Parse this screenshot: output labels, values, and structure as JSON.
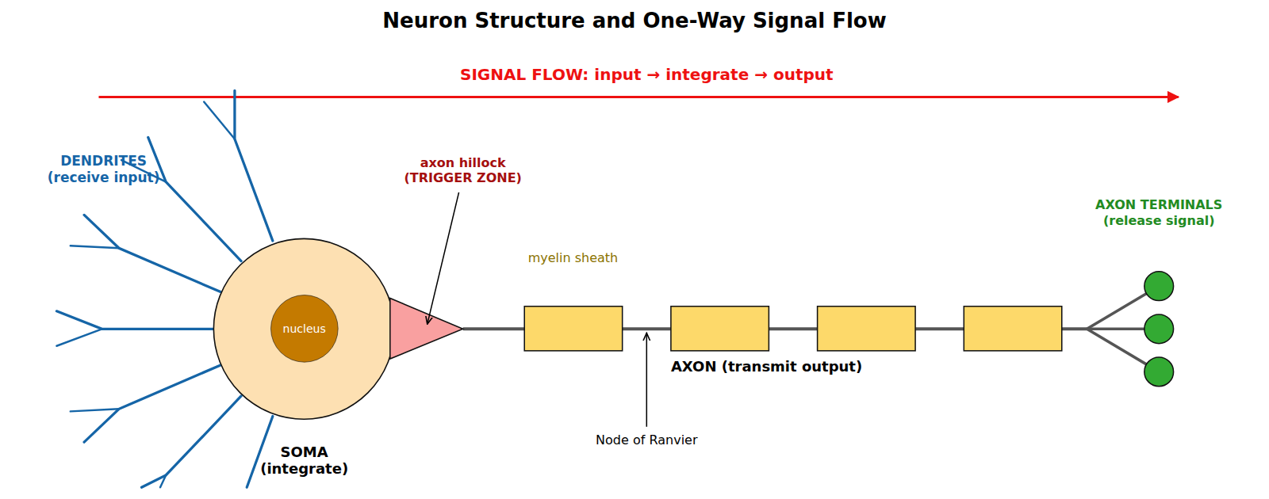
{
  "diagram": {
    "title": "Neuron Structure and One-Way Signal Flow",
    "nodes": [
      {
        "text": [
          "SOMA (integrate)"
        ]
      },
      {
        "text": [
          "nucleus"
        ],
        "in": 0
      }
    ],
    "labels": [
      "SIGNAL FLOW: input → integrate → output",
      "DENDRITES (receive input)",
      "axon hillock (TRIGGER ZONE)",
      "myelin sheath",
      "AXON (transmit output)",
      "Node of Ranvier",
      "AXON TERMINALS (release signal)"
    ]
  }
}
